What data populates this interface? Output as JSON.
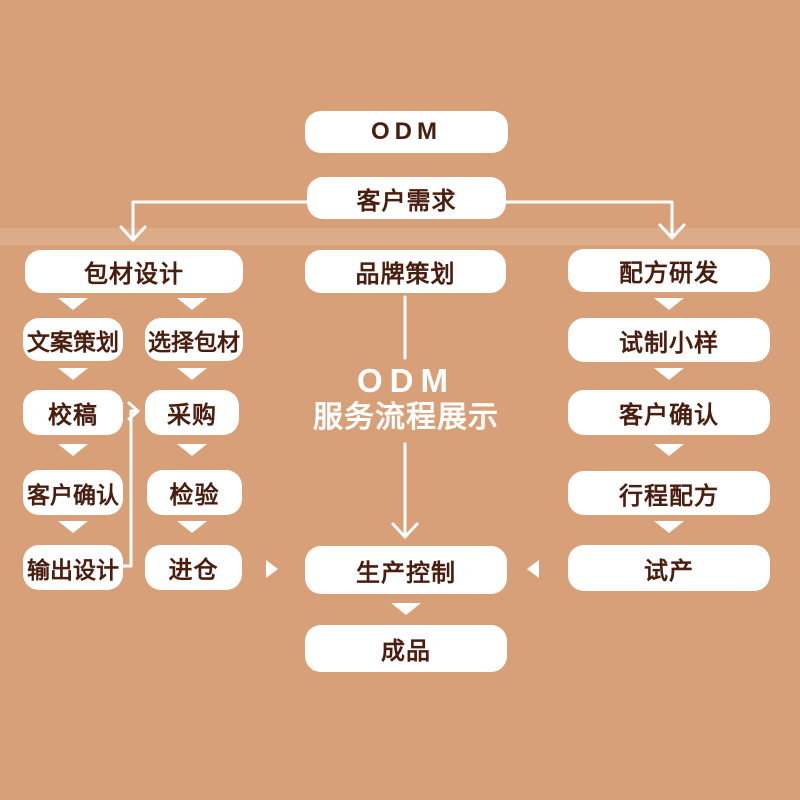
{
  "colors": {
    "background": "#D8A078",
    "box_bg": "#FFFFFF",
    "box_text": "#4A1D0E",
    "connector": "#FFFFFF"
  },
  "headline": {
    "line1": "ODM",
    "line2": "服务流程展示"
  },
  "nodes": {
    "odm": "ODM",
    "customer_needs": "客户需求",
    "packaging_design": "包材设计",
    "brand_planning": "品牌策划",
    "formula_rd": "配方研发",
    "copywriting": "文案策划",
    "select_packaging": "选择包材",
    "trial_sample": "试制小样",
    "proofreading": "校稿",
    "procurement": "采购",
    "customer_confirm_right": "客户确认",
    "customer_confirm_left": "客户确认",
    "inspection": "检验",
    "process_formula": "行程配方",
    "output_design": "输出设计",
    "warehousing": "进仓",
    "trial_production": "试产",
    "production_control": "生产控制",
    "finished_product": "成品"
  }
}
